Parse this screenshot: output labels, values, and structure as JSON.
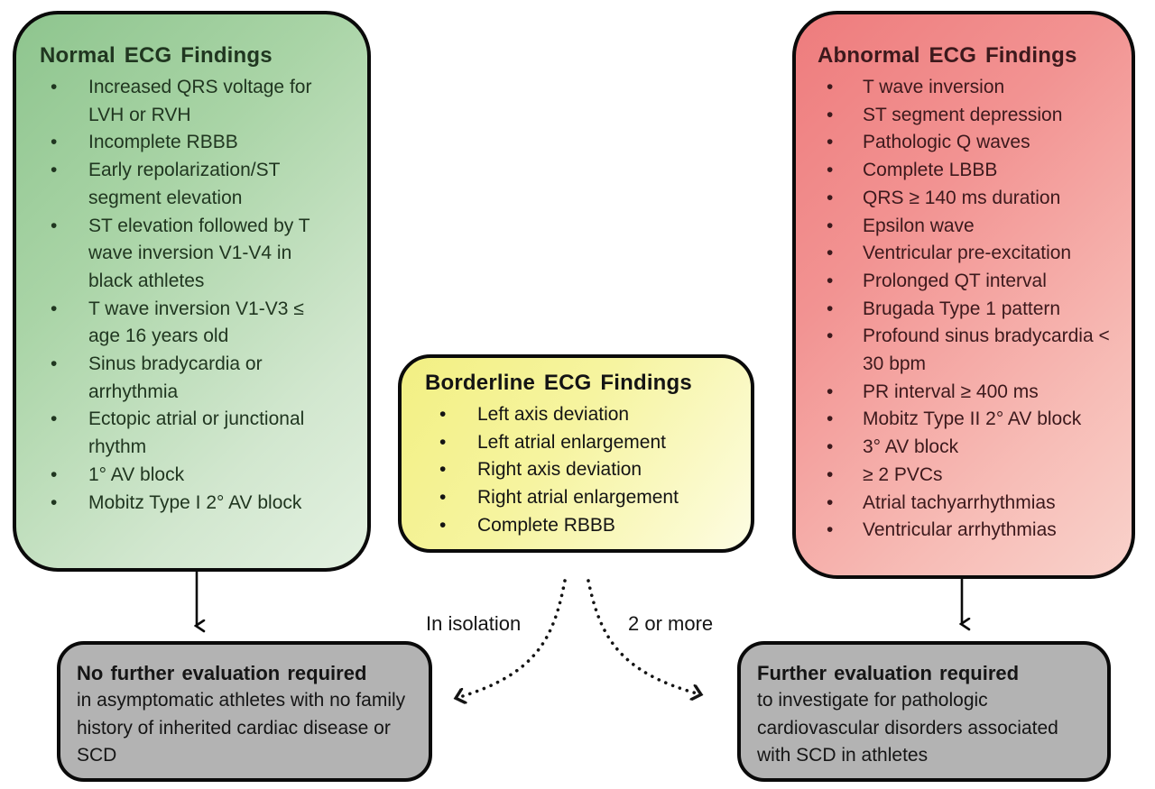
{
  "boxes": {
    "normal": {
      "title": "Normal ECG Findings",
      "items": [
        "Increased QRS voltage for LVH or RVH",
        "Incomplete RBBB",
        "Early repolarization/ST segment elevation",
        "ST elevation followed by T wave inversion V1-V4 in black athletes",
        "T wave inversion V1-V3 ≤ age 16 years old",
        "Sinus bradycardia or arrhythmia",
        "Ectopic atrial or junctional rhythm",
        "1° AV block",
        "Mobitz Type I 2° AV block"
      ]
    },
    "borderline": {
      "title": "Borderline ECG Findings",
      "items": [
        "Left axis deviation",
        "Left atrial enlargement",
        "Right axis deviation",
        "Right atrial enlargement",
        "Complete RBBB"
      ]
    },
    "abnormal": {
      "title": "Abnormal ECG Findings",
      "items": [
        "T wave inversion",
        "ST segment depression",
        "Pathologic Q waves",
        "Complete LBBB",
        "QRS ≥ 140 ms duration",
        "Epsilon wave",
        "Ventricular pre-excitation",
        "Prolonged QT interval",
        "Brugada Type 1 pattern",
        "Profound sinus bradycardia < 30 bpm",
        "PR interval ≥ 400 ms",
        "Mobitz Type II 2° AV block",
        "3° AV block",
        "≥ 2 PVCs",
        "Atrial tachyarrhythmias",
        "Ventricular arrhythmias"
      ]
    },
    "no_further_evaluation": {
      "title": "No further evaluation required",
      "body": "in asymptomatic athletes with no family history of inherited cardiac disease or SCD"
    },
    "further_evaluation": {
      "title": "Further evaluation required",
      "body": "to investigate for pathologic cardiovascular disorders associated with SCD in athletes"
    }
  },
  "connector_labels": {
    "in_isolation": "In isolation",
    "two_or_more": "2 or more"
  },
  "colors": {
    "normal_gradient_start": "#8ec58e",
    "normal_gradient_end": "#e3f1e1",
    "abnormal_gradient_start": "#ee7c7d",
    "abnormal_gradient_end": "#f9d2cb",
    "borderline_gradient_start": "#f2f083",
    "borderline_gradient_end": "#fdfce3",
    "outcome_gray": "#b3b3b3",
    "border_black": "#0a0a0a",
    "normal_text": "#203620",
    "abnormal_text": "#3c191c"
  }
}
